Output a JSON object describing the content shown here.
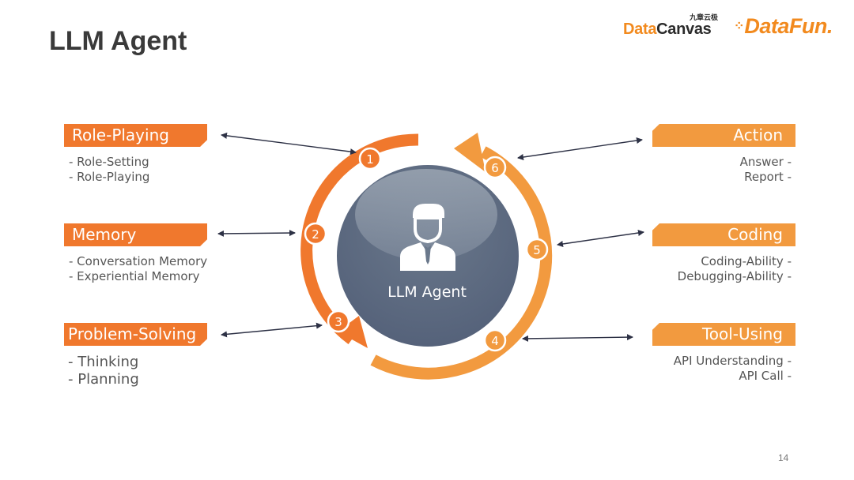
{
  "title": "LLM Agent",
  "logos": {
    "datacanvas_part1": "Data",
    "datacanvas_part2": "Canvas",
    "datacanvas_cn": "九章云极",
    "datafun": "DataFun."
  },
  "center": {
    "label": "LLM Agent",
    "icon": "person-in-suit-icon"
  },
  "steps": [
    "1",
    "2",
    "3",
    "4",
    "5",
    "6"
  ],
  "left_modules": [
    {
      "label": "Role-Playing",
      "items": [
        "- Role-Setting",
        "- Role-Playing"
      ]
    },
    {
      "label": "Memory",
      "items": [
        "- Conversation Memory",
        "- Experiential Memory"
      ]
    },
    {
      "label": "Problem-Solving",
      "items": [
        "- Thinking",
        "- Planning"
      ]
    }
  ],
  "right_modules": [
    {
      "label": "Action",
      "items": [
        "Answer -",
        "Report -"
      ]
    },
    {
      "label": "Coding",
      "items": [
        "Coding-Ability -",
        "Debugging-Ability -"
      ]
    },
    {
      "label": "Tool-Using",
      "items": [
        "API Understanding -",
        "API Call -"
      ]
    }
  ],
  "colors": {
    "orange_dark": "#f0782d",
    "orange_light": "#f29a3f",
    "circle_body": "#5f6d80",
    "arrow_line": "#2d3145"
  },
  "page_number": "14"
}
